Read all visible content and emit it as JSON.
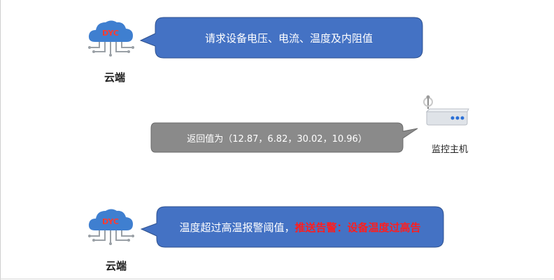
{
  "nodes": {
    "cloud_top": {
      "logo_text": "DYC",
      "label": "云端"
    },
    "cloud_bottom": {
      "logo_text": "DYC",
      "label": "云端"
    },
    "host": {
      "label": "监控主机"
    }
  },
  "messages": {
    "request": "请求设备电压、电流、温度及内阻值",
    "response": "返回值为（12.87，6.82，30.02，10.96）",
    "alert_prefix": "温度超过高温报警阈值，",
    "alert_highlight": "推送告警：设备温度过高告"
  },
  "colors": {
    "cloud_blue": "#3f7fd0",
    "bubble_blue": "#4472c4",
    "bubble_gray": "#8a8a8a",
    "alert_red": "#ff1e1e"
  }
}
